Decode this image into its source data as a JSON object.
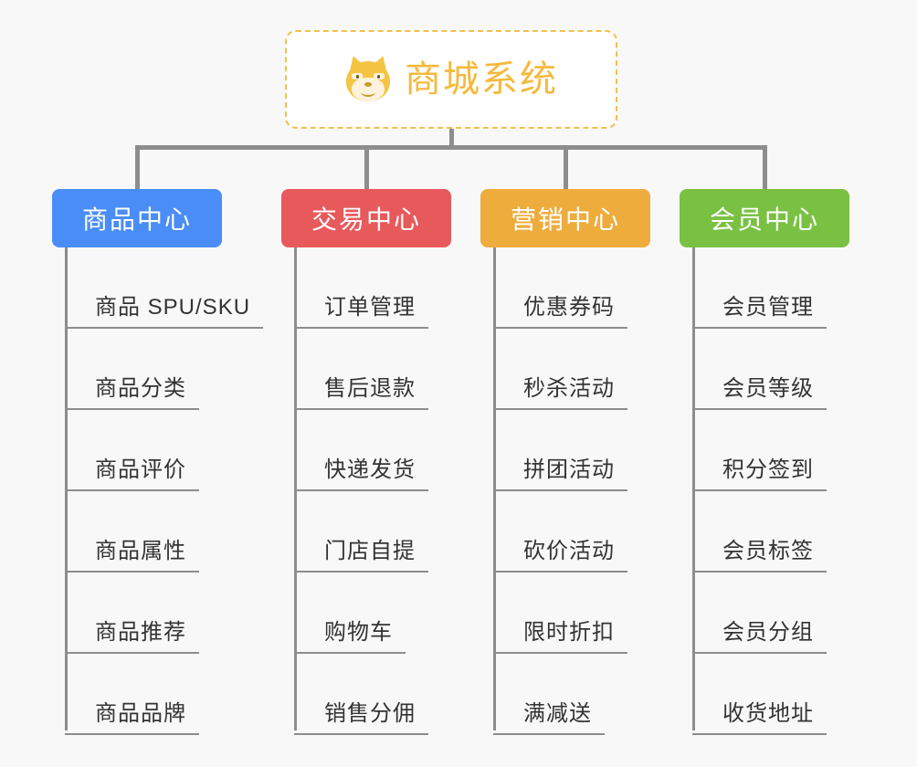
{
  "canvas": {
    "background": "#f8f8f8"
  },
  "root": {
    "title": "商城系统",
    "icon": "shiba-dog-face-icon",
    "border_color": "#f0c14b",
    "text_color": "#f5b93c"
  },
  "columns": [
    {
      "header": "商品中心",
      "color": "#4a8df6",
      "items": [
        "商品 SPU/SKU",
        "商品分类",
        "商品评价",
        "商品属性",
        "商品推荐",
        "商品品牌"
      ]
    },
    {
      "header": "交易中心",
      "color": "#e8595c",
      "items": [
        "订单管理",
        "售后退款",
        "快递发货",
        "门店自提",
        "购物车",
        "销售分佣"
      ]
    },
    {
      "header": "营销中心",
      "color": "#eeac3d",
      "items": [
        "优惠券码",
        "秒杀活动",
        "拼团活动",
        "砍价活动",
        "限时折扣",
        "满减送"
      ]
    },
    {
      "header": "会员中心",
      "color": "#7ac143",
      "items": [
        "会员管理",
        "会员等级",
        "积分签到",
        "会员标签",
        "会员分组",
        "收货地址"
      ]
    }
  ],
  "connector_color": "#8d8d8d",
  "leaf_text_color": "#333333"
}
